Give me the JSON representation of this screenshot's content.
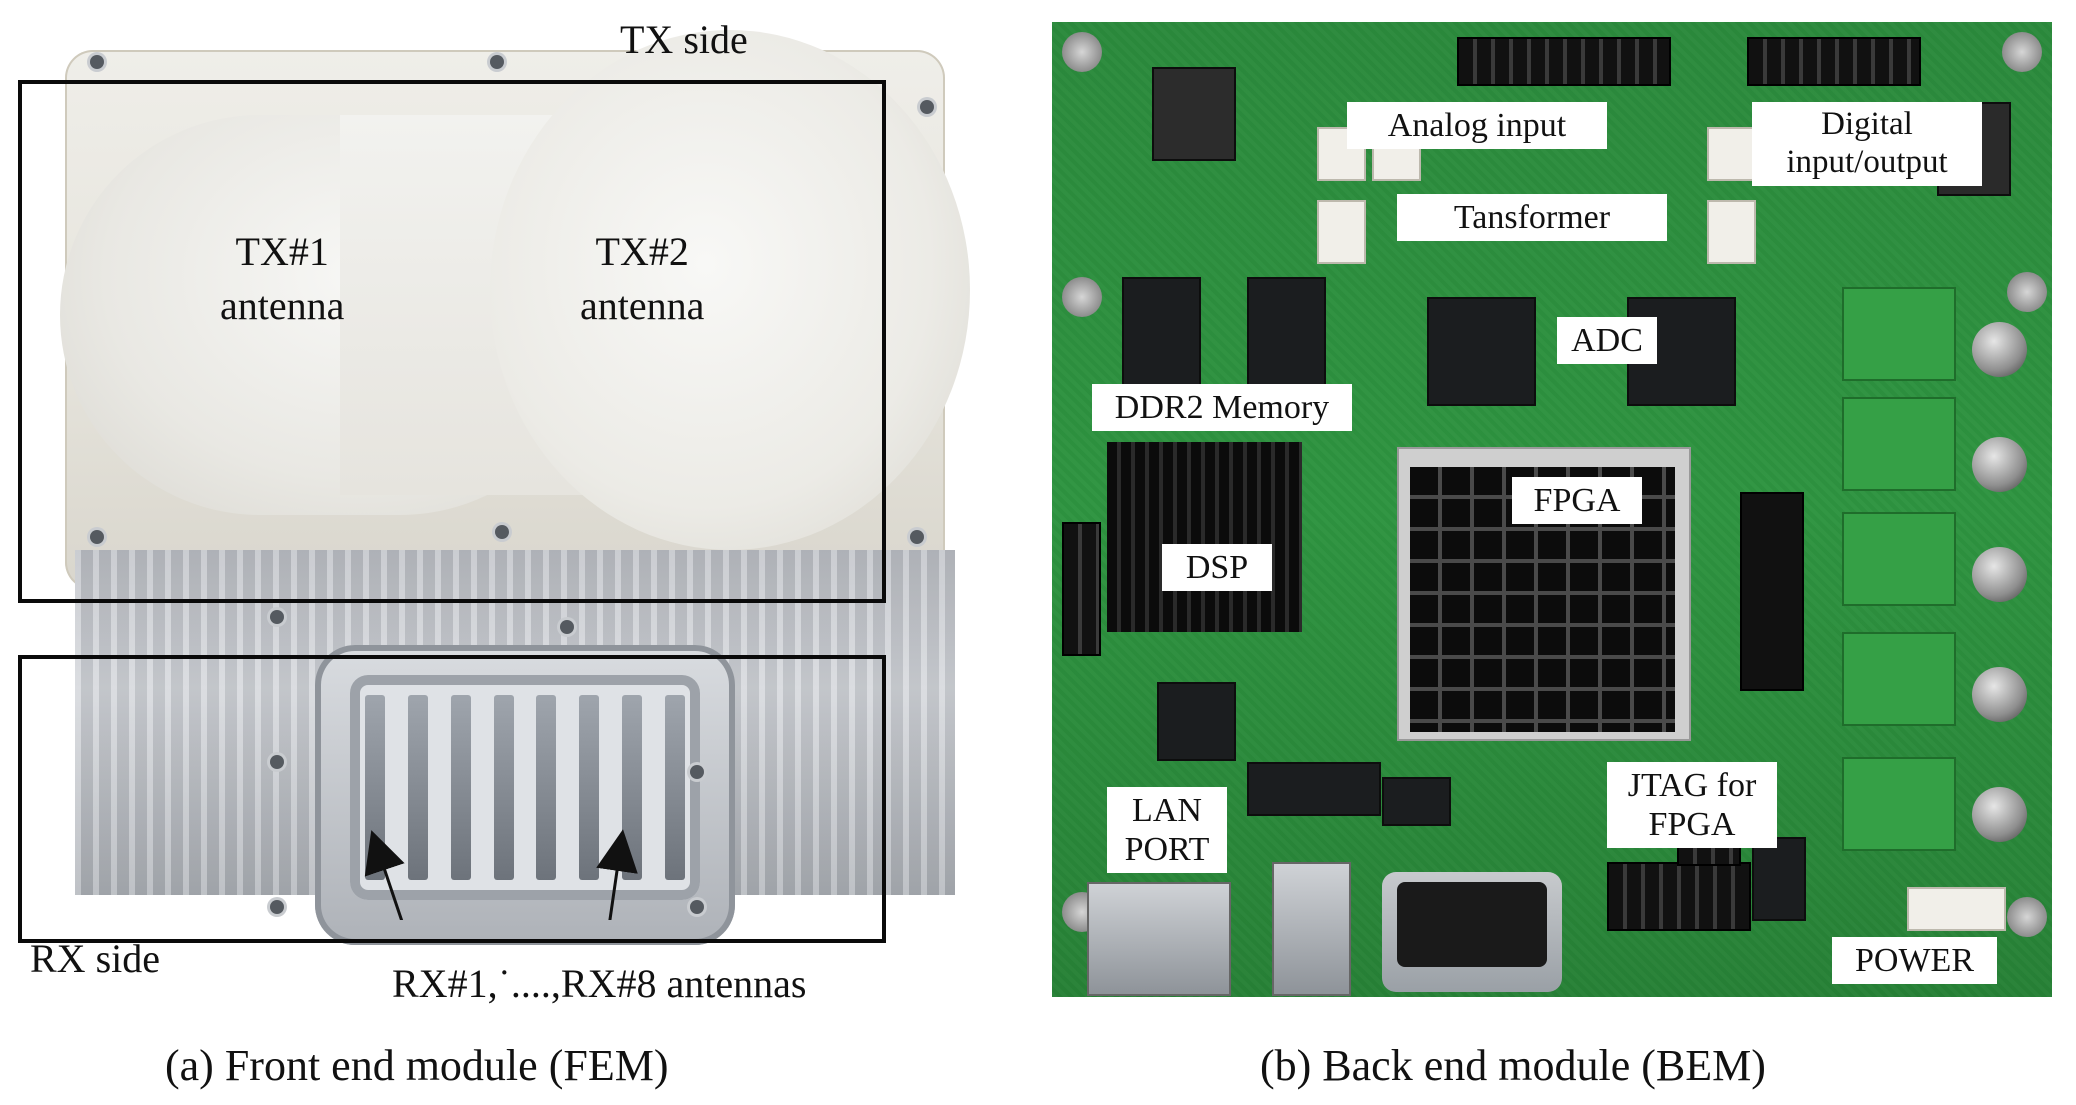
{
  "fem": {
    "tx_side_label": "TX side",
    "tx1_label": "TX#1\nantenna",
    "tx2_label": "TX#2\nantenna",
    "rx_side_label": "RX side",
    "rx_antennas_label": "RX#1,˙....,RX#8 antennas",
    "caption": "(a) Front end module (FEM)"
  },
  "bem": {
    "labels": {
      "analog_input": "Analog input",
      "digital_io": "Digital\ninput/output",
      "transformer": "Tansformer",
      "adc": "ADC",
      "ddr2": "DDR2 Memory",
      "fpga": "FPGA",
      "dsp": "DSP",
      "jtag": "JTAG for\nFPGA",
      "lan": "LAN\nPORT",
      "power": "POWER"
    },
    "caption": "(b) Back end module (BEM)"
  },
  "colors": {
    "pcb_green": "#2e9440",
    "box_stroke": "#0a0a0a",
    "tag_bg": "#ffffff"
  }
}
